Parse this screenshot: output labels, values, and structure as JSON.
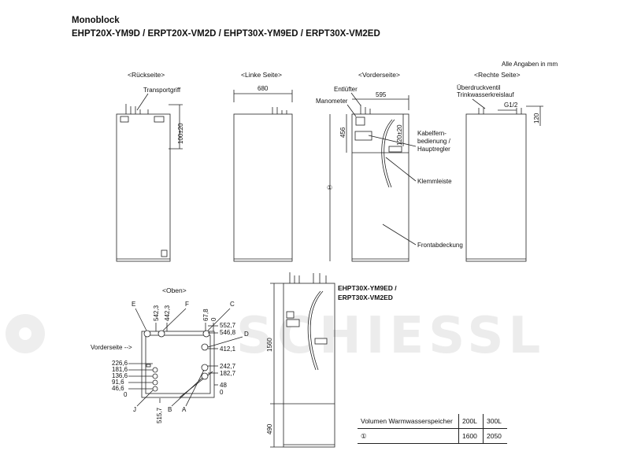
{
  "header": {
    "title": "Monoblock",
    "subtitle": "EHPT20X-YM9D / ERPT20X-VM2D / EHPT30X-YM9ED / ERPT30X-VM2ED"
  },
  "note": "Alle Angaben in mm",
  "watermark": "SCHIESSL",
  "views": {
    "rear": {
      "title": "<Rückseite>",
      "handle": "Transportgriff",
      "dim_height": "100±20"
    },
    "left": {
      "title": "<Linke Seite>",
      "dim_depth": "680"
    },
    "front": {
      "title": "<Vorderseite>",
      "vent": "Entlüfter",
      "gauge": "Manometer",
      "dim_width": "595",
      "dim_456": "456",
      "dim_120": "120±20",
      "remote_1": "Kabelfern-",
      "remote_2": "bedienung /",
      "remote_3": "Hauptregler",
      "terminal": "Klemmleiste",
      "cover": "Frontabdeckung",
      "height_mark": "①"
    },
    "right": {
      "title": "<Rechte Seite>",
      "valve_1": "Überdruckventil",
      "valve_2": "Trinkwasserkreislauf",
      "g12": "G1/2",
      "dim_120": "120"
    },
    "top": {
      "title": "<Oben>",
      "front_side": "Vorderseite -->",
      "letters": [
        "E",
        "F",
        "C",
        "D",
        "J",
        "B",
        "A"
      ],
      "dims_top": [
        "542,3",
        "442,3",
        "67,8",
        "0"
      ],
      "dims_right": [
        "552,7",
        "546,8",
        "412,1",
        "242,7",
        "182,7",
        "48",
        "0"
      ],
      "dims_left": [
        "226,6",
        "181,6",
        "136,6",
        "91,6",
        "46,6",
        "0"
      ],
      "dim_bottom": "515,7"
    },
    "model": {
      "label_1": "EHPT30X-YM9ED /",
      "label_2": "ERPT30X-VM2ED",
      "dim_1560": "1560",
      "dim_490": "490"
    }
  },
  "table": {
    "header": [
      "Volumen Warmwasserspeicher",
      "200L",
      "300L"
    ],
    "row": [
      "①",
      "1600",
      "2050"
    ]
  }
}
